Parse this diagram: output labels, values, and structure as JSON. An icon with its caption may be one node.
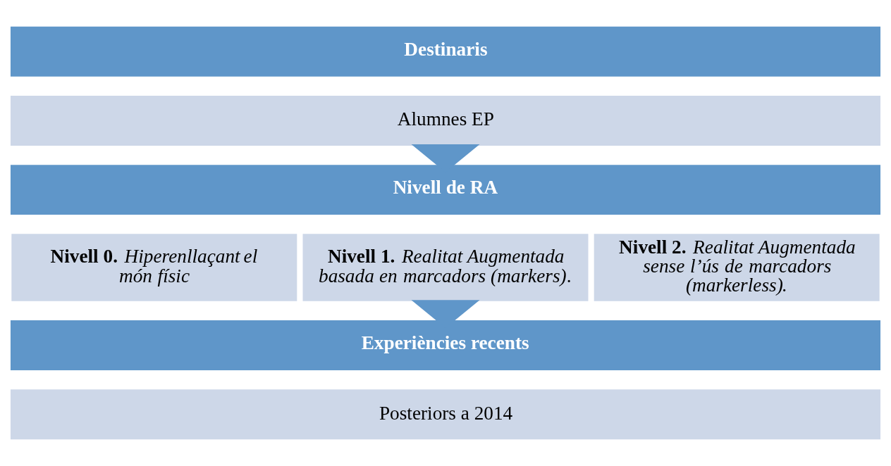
{
  "diagram": {
    "nodes": [
      {
        "text": [
          "Destinaris"
        ]
      },
      {
        "text": [
          "Alumnes EP"
        ]
      },
      {
        "text": [
          "Nivell de RA"
        ]
      },
      {
        "text": [
          "**Nivell 0.** *Hiperenllaçant el món físic*"
        ]
      },
      {
        "text": [
          "**Nivell 1.** *Realitat Augmentada basada en marcadors (markers)*."
        ]
      },
      {
        "text": [
          "**Nivell 2.** *Realitat Augmentada sense l’ús de marcadors (markerless)*."
        ]
      },
      {
        "text": [
          "Experiències recents"
        ]
      },
      {
        "text": [
          "Posteriors a 2014"
        ]
      }
    ],
    "edges": [
      {
        "from": 1,
        "to": 2,
        "arrow": "to"
      },
      {
        "from": 4,
        "to": 6,
        "arrow": "to"
      }
    ]
  }
}
